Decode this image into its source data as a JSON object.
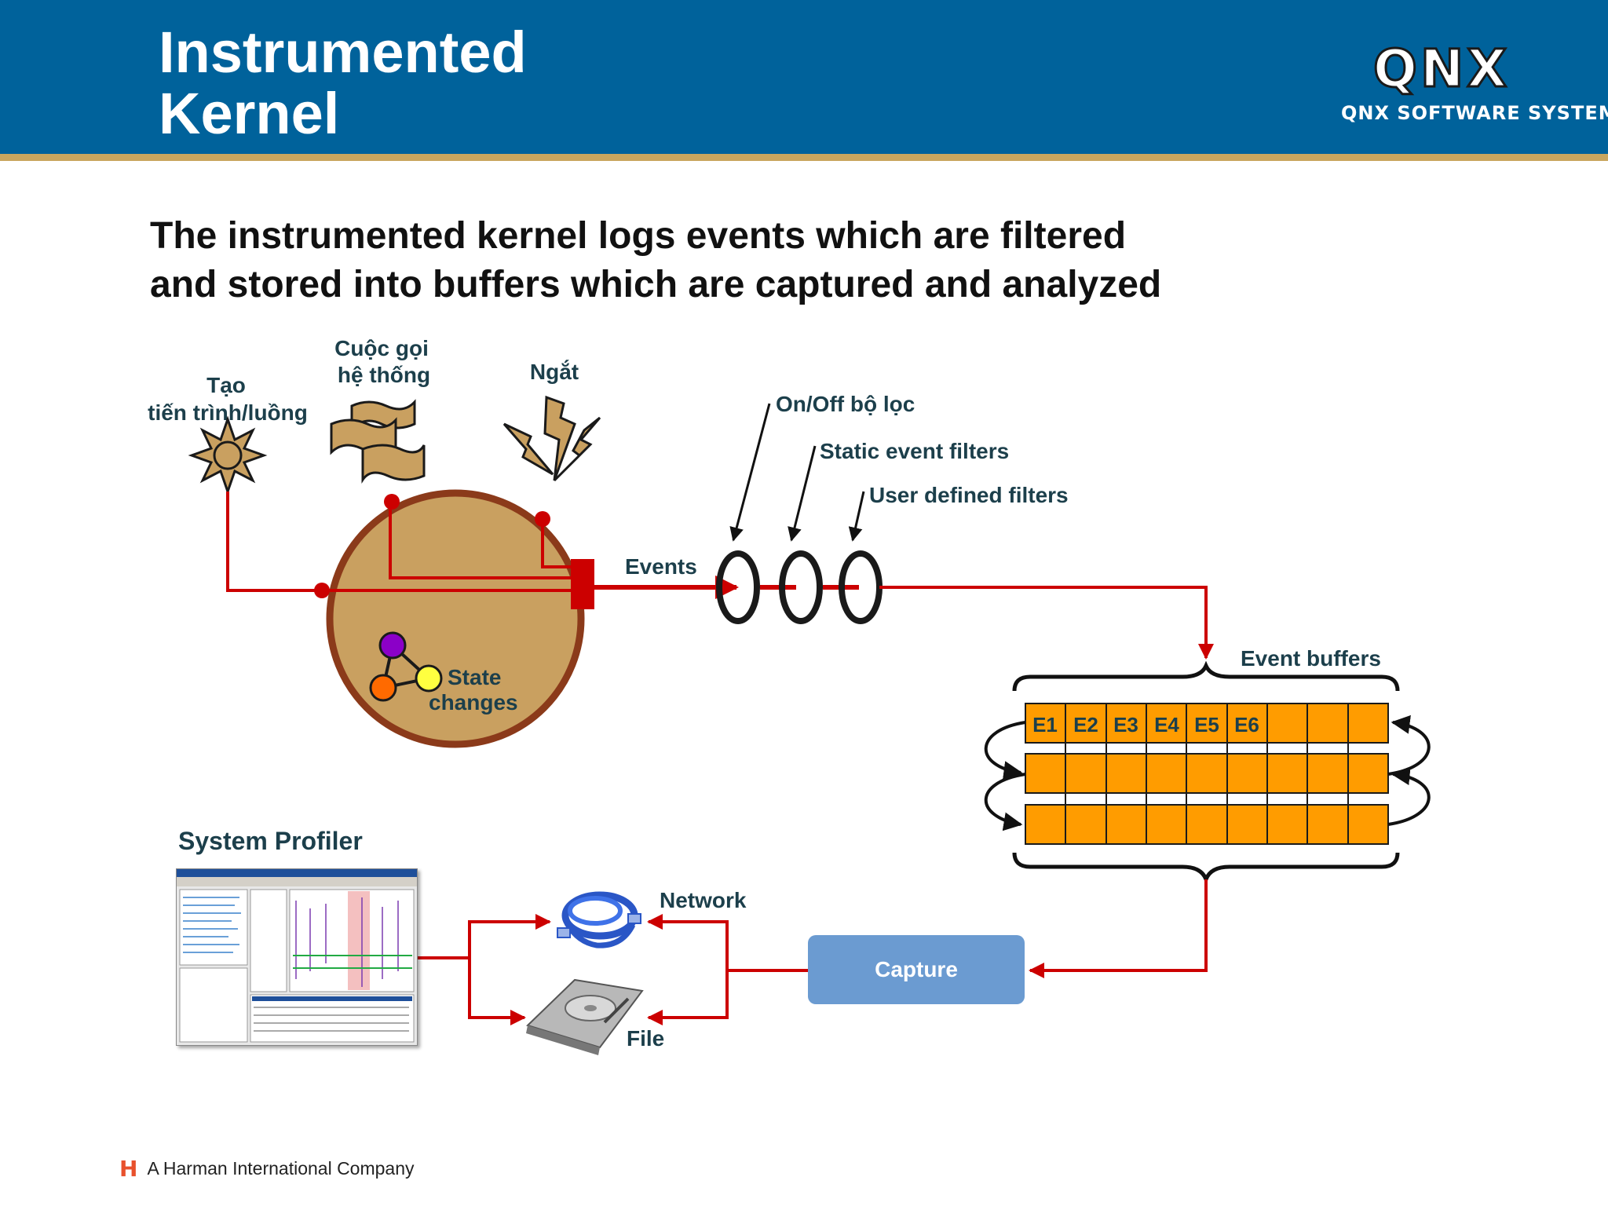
{
  "header": {
    "title_line1": "Instrumented",
    "title_line2": "Kernel",
    "logo_text": "QNX",
    "company": "QNX SOFTWARE SYSTEMS"
  },
  "subtitle": {
    "line1": "The instrumented kernel logs events which are filtered",
    "line2": "and stored into buffers which are captured and analyzed"
  },
  "sources": {
    "process_line1": "Tạo",
    "process_line2": "tiến trình/luồng",
    "syscall_line1": "Cuộc gọi",
    "syscall_line2": "hệ thống",
    "interrupt": "Ngắt"
  },
  "kernel": {
    "state_line1": "State",
    "state_line2": "changes"
  },
  "events_label": "Events",
  "filters": {
    "onoff": "On/Off bộ lọc",
    "static": "Static event filters",
    "user": "User defined filters"
  },
  "buffers": {
    "label": "Event buffers",
    "entries": [
      "E1",
      "E2",
      "E3",
      "E4",
      "E5",
      "E6"
    ]
  },
  "profiler": {
    "label": "System Profiler"
  },
  "outputs": {
    "network": "Network",
    "file": "File"
  },
  "capture": {
    "label": "Capture"
  },
  "footer": {
    "mark": "H",
    "text": "A Harman International Company"
  },
  "colors": {
    "header_blue": "#00629b",
    "gold_stripe": "#c9a65e",
    "flow_red": "#cc0000",
    "kernel_fill": "#c9a060",
    "kernel_border": "#8b3a1a",
    "buffer_orange": "#ff9c00",
    "capture_blue": "#6b9bd1"
  }
}
